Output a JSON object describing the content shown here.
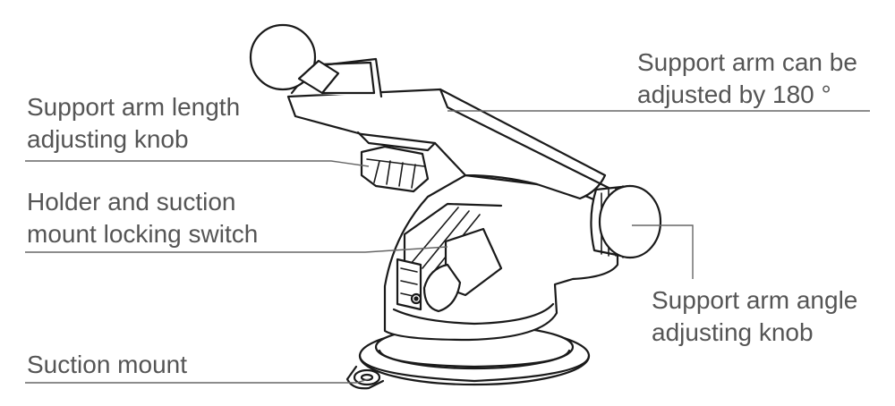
{
  "labels": {
    "arm_180": [
      "Support arm can be",
      "adjusted by 180 °"
    ],
    "length_knob": [
      "Support arm length",
      "adjusting knob"
    ],
    "locking_switch": [
      "Holder and suction",
      "mount locking switch"
    ],
    "angle_knob": [
      "Support arm angle",
      "adjusting knob"
    ],
    "suction_mount": [
      "Suction mount"
    ]
  },
  "colors": {
    "line": "#1a1a1a",
    "leader": "#666666",
    "text": "#555555"
  }
}
